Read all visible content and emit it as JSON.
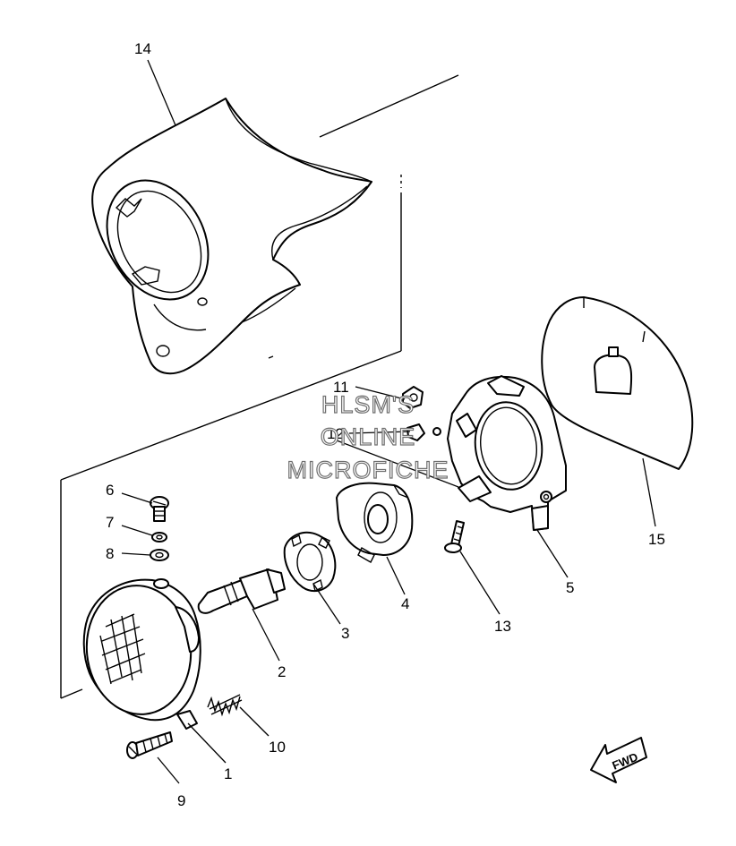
{
  "callouts": {
    "c1": "1",
    "c2": "2",
    "c3": "3",
    "c4": "4",
    "c5": "5",
    "c6": "6",
    "c7": "7",
    "c8": "8",
    "c9": "9",
    "c10": "10",
    "c11": "11",
    "c12": "12",
    "c13": "13",
    "c14": "14",
    "c15": "15"
  },
  "watermark": {
    "line1": "HLSM'S",
    "line2": "ONLINE",
    "line3": "MICROFICHE"
  },
  "direction_badge": {
    "label": "FWD",
    "icon": "forward-arrow-icon"
  },
  "colors": {
    "line": "#000000",
    "background": "#ffffff",
    "watermark_outline": "#6f6f6f"
  }
}
